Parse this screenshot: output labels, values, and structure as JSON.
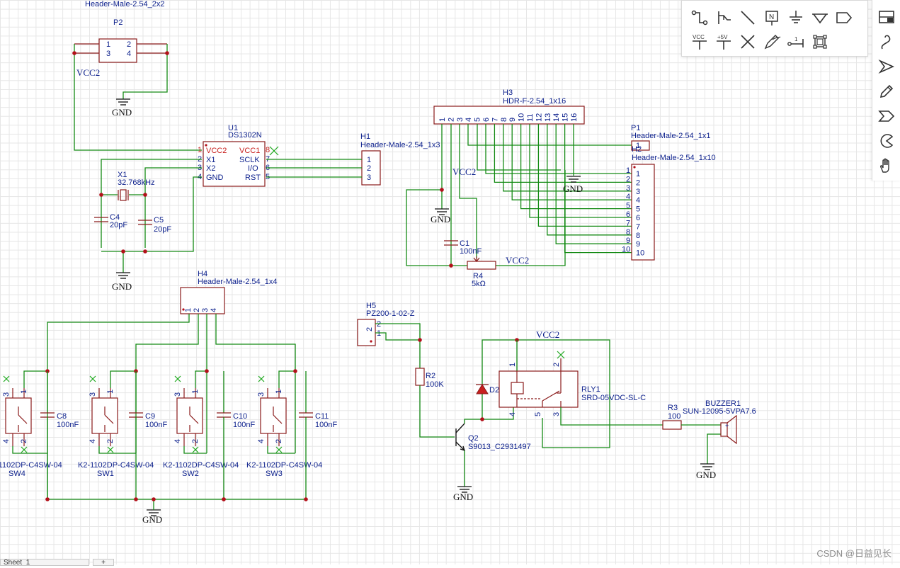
{
  "schematic": {
    "p2": {
      "package": "Header-Male-2.54_2x2",
      "designator": "P2",
      "pins": [
        "1",
        "2",
        "3",
        "4"
      ]
    },
    "u1": {
      "designator": "U1",
      "part": "DS1302N",
      "pins_left": [
        "VCC2",
        "X1",
        "X2",
        "GND"
      ],
      "pins_right": [
        "VCC1",
        "SCLK",
        "I/O",
        "RST"
      ],
      "nums_left": [
        "1",
        "2",
        "3",
        "4"
      ],
      "nums_right": [
        "8",
        "7",
        "6",
        "5"
      ]
    },
    "x1": {
      "designator": "X1",
      "value": "32.768kHz"
    },
    "c4": {
      "designator": "C4",
      "value": "20pF"
    },
    "c5": {
      "designator": "C5",
      "value": "20pF"
    },
    "h1": {
      "designator": "H1",
      "package": "Header-Male-2.54_1x3",
      "pins": [
        "1",
        "2",
        "3"
      ]
    },
    "h3": {
      "designator": "H3",
      "package": "HDR-F-2.54_1x16",
      "pins": [
        "1",
        "2",
        "3",
        "4",
        "5",
        "6",
        "7",
        "8",
        "9",
        "10",
        "11",
        "12",
        "13",
        "14",
        "15",
        "16"
      ]
    },
    "p1": {
      "designator": "P1",
      "package": "Header-Male-2.54_1x1",
      "pin": "1"
    },
    "h2": {
      "designator": "H2",
      "package": "Header-Male-2.54_1x10",
      "pins": [
        "1",
        "2",
        "3",
        "4",
        "5",
        "6",
        "7",
        "8",
        "9",
        "10"
      ]
    },
    "c1": {
      "designator": "C1",
      "value": "100nF"
    },
    "r4": {
      "designator": "R4",
      "value": "5kΩ"
    },
    "h4": {
      "designator": "H4",
      "package": "Header-Male-2.54_1x4",
      "pins": [
        "1",
        "2",
        "3",
        "4"
      ]
    },
    "h5": {
      "designator": "H5",
      "package": "PZ200-1-02-Z",
      "pins": [
        "2",
        "1"
      ]
    },
    "r2": {
      "designator": "R2",
      "value": "100K"
    },
    "d2": {
      "designator": "D2"
    },
    "q2": {
      "designator": "Q2",
      "part": "S9013_C2931497"
    },
    "rly1": {
      "designator": "RLY1",
      "part": "SRD-05VDC-SL-C",
      "pins": [
        "1",
        "2",
        "4",
        "5",
        "3"
      ]
    },
    "r3": {
      "designator": "R3",
      "value": "100"
    },
    "buzzer1": {
      "designator": "BUZZER1",
      "part": "SUN-12095-5VPA7.6"
    },
    "switches": [
      {
        "designator": "SW4",
        "part": "-1102DP-C4SW-04"
      },
      {
        "designator": "SW1",
        "part": "K2-1102DP-C4SW-04"
      },
      {
        "designator": "SW2",
        "part": "K2-1102DP-C4SW-04"
      },
      {
        "designator": "SW3",
        "part": "K2-1102DP-C4SW-04"
      }
    ],
    "switch_caps": [
      {
        "designator": "C8",
        "value": "100nF"
      },
      {
        "designator": "C9",
        "value": "100nF"
      },
      {
        "designator": "C10",
        "value": "100nF"
      },
      {
        "designator": "C11",
        "value": "100nF"
      }
    ],
    "switch_pins": [
      "3",
      "1",
      "4",
      "2"
    ],
    "nets": {
      "vcc2": "VCC2",
      "gnd": "GND"
    }
  },
  "toolbar": {
    "tools": [
      "wire-icon",
      "bus-icon",
      "line-icon",
      "net-label-icon",
      "ground-icon",
      "net-port-icon",
      "net-flag-icon",
      "vcc-icon",
      "plus5v-icon",
      "no-connect-icon",
      "pencil-curve-icon",
      "pin-icon",
      "group-icon"
    ],
    "vcc_label": "VCC",
    "plus5v_label": "+5V",
    "net_label_glyph": "N",
    "pin_glyph": "1"
  },
  "side_tools": [
    "panel-icon",
    "curve-icon",
    "arrow-icon",
    "pencil-icon",
    "tag-icon",
    "pie-icon",
    "hand-icon"
  ],
  "sheet_tab": {
    "label": "Sheet_1",
    "add": "+"
  },
  "watermark": "CSDN @日益见长"
}
